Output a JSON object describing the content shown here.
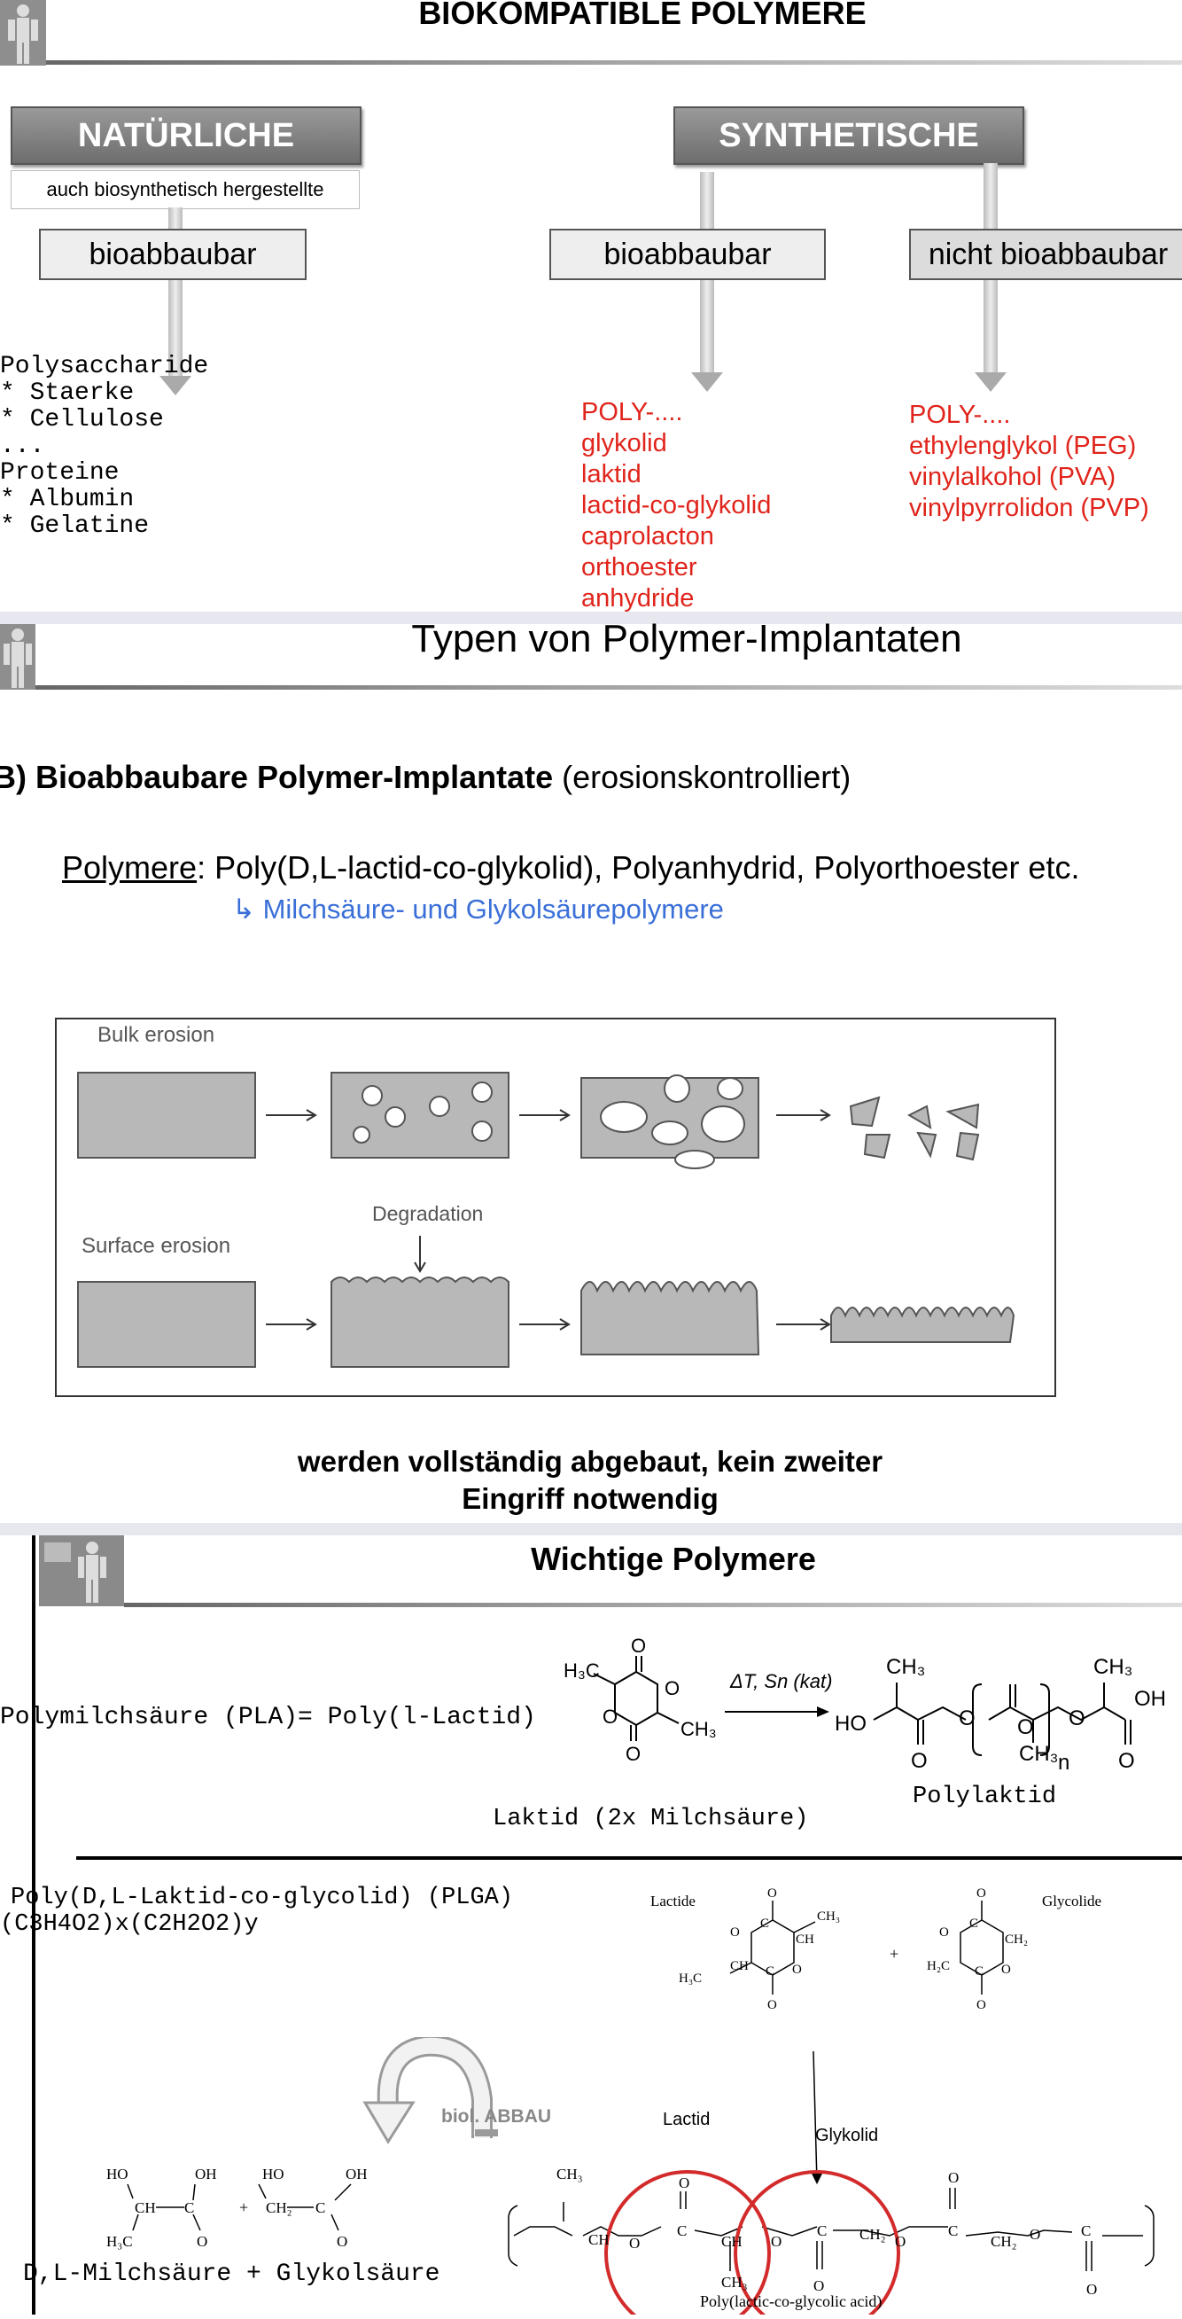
{
  "section1": {
    "title": "BIOKOMPATIBLE POLYMERE",
    "natural": {
      "header": "NATÜRLICHE",
      "subtitle": "auch biosynthetisch hergestellte",
      "box": "bioabbaubar",
      "list": [
        "Polysaccharide",
        "* Staerke",
        "* Cellulose",
        "...",
        "Proteine",
        "* Albumin",
        "* Gelatine"
      ]
    },
    "synthetic": {
      "header": "SYNTHETISCHE",
      "bio": {
        "box": "bioabbaubar",
        "list": [
          "POLY-....",
          "glykolid",
          "laktid",
          "lactid-co-glykolid",
          "caprolacton",
          "orthoester",
          "anhydride"
        ]
      },
      "nonbio": {
        "box": "nicht bioabbaubar",
        "list": [
          "POLY-....",
          "ethylenglykol (PEG)",
          "vinylalkohol (PVA)",
          "vinylpyrrolidon (PVP)"
        ]
      }
    }
  },
  "section2": {
    "title": "Typen von Polymer-Implantaten",
    "heading_bold": "B) Bioabbaubare Polymer-Implantate",
    "heading_normal": " (erosionskontrolliert)",
    "polymers_label": "Polymere",
    "polymers_text": ": Poly(D,L-lactid-co-glykolid), Polyanhydrid, Polyorthoester etc.",
    "subnote": "↳ Milchsäure- und Glykolsäurepolymere",
    "figure": {
      "bulk": "Bulk erosion",
      "degradation": "Degradation",
      "surface": "Surface erosion"
    },
    "conclusion": [
      "werden vollständig abgebaut, kein zweiter",
      "Eingriff notwendig"
    ]
  },
  "section3": {
    "title": "Wichtige Polymere",
    "pla": {
      "label": "Polymilchsäure (PLA)= Poly(l-Lactid)",
      "reaction": "ΔT, Sn (kat)",
      "laktid": "Laktid (2x Milchsäure)",
      "polylaktid": "Polylaktid"
    },
    "plga": {
      "line1": "Poly(D,L-Laktid-co-glycolid) (PLGA)",
      "line2": "(C3H4O2)x(C2H2O2)y",
      "lactide": "Lactide",
      "glycolide": "Glycolide",
      "abbau": "biol. ABBAU",
      "lactid": "Lactid",
      "glykolid": "Glykolid",
      "products": "D,L-Milchsäure + Glykolsäure",
      "polymer": "Poly(lactic-co-glycolic acid)"
    }
  },
  "colors": {
    "red": "#e0241b",
    "blue": "#3a6fd8",
    "gray_bar": "#7a7a7a"
  }
}
